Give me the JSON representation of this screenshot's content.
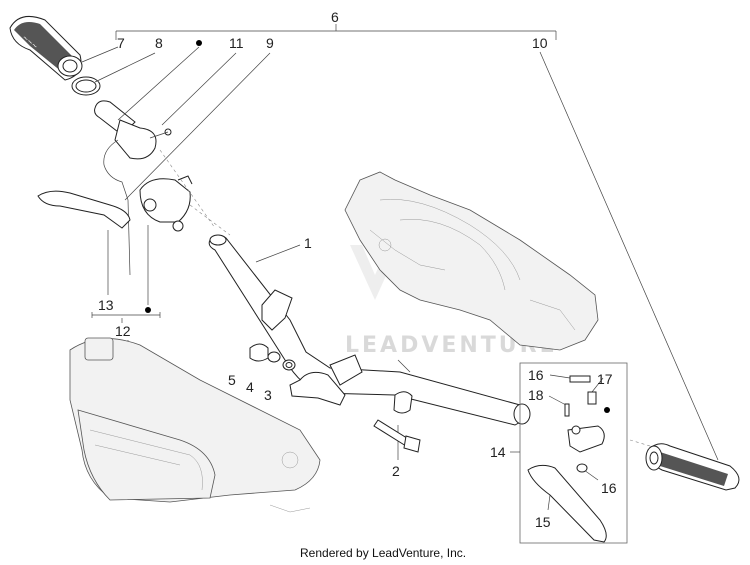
{
  "callouts": {
    "c1": "1",
    "c2": "2",
    "c3": "3",
    "c4": "4",
    "c5": "5",
    "c6": "6",
    "c7": "7",
    "c8": "8",
    "c9": "9",
    "c10": "10",
    "c11": "11",
    "c12": "12",
    "c13": "13",
    "c14": "14",
    "c15": "15",
    "c16a": "16",
    "c16b": "16",
    "c17": "17",
    "c18": "18"
  },
  "watermark": "LEADVENTURE",
  "footer": "Rendered by LeadVenture, Inc."
}
